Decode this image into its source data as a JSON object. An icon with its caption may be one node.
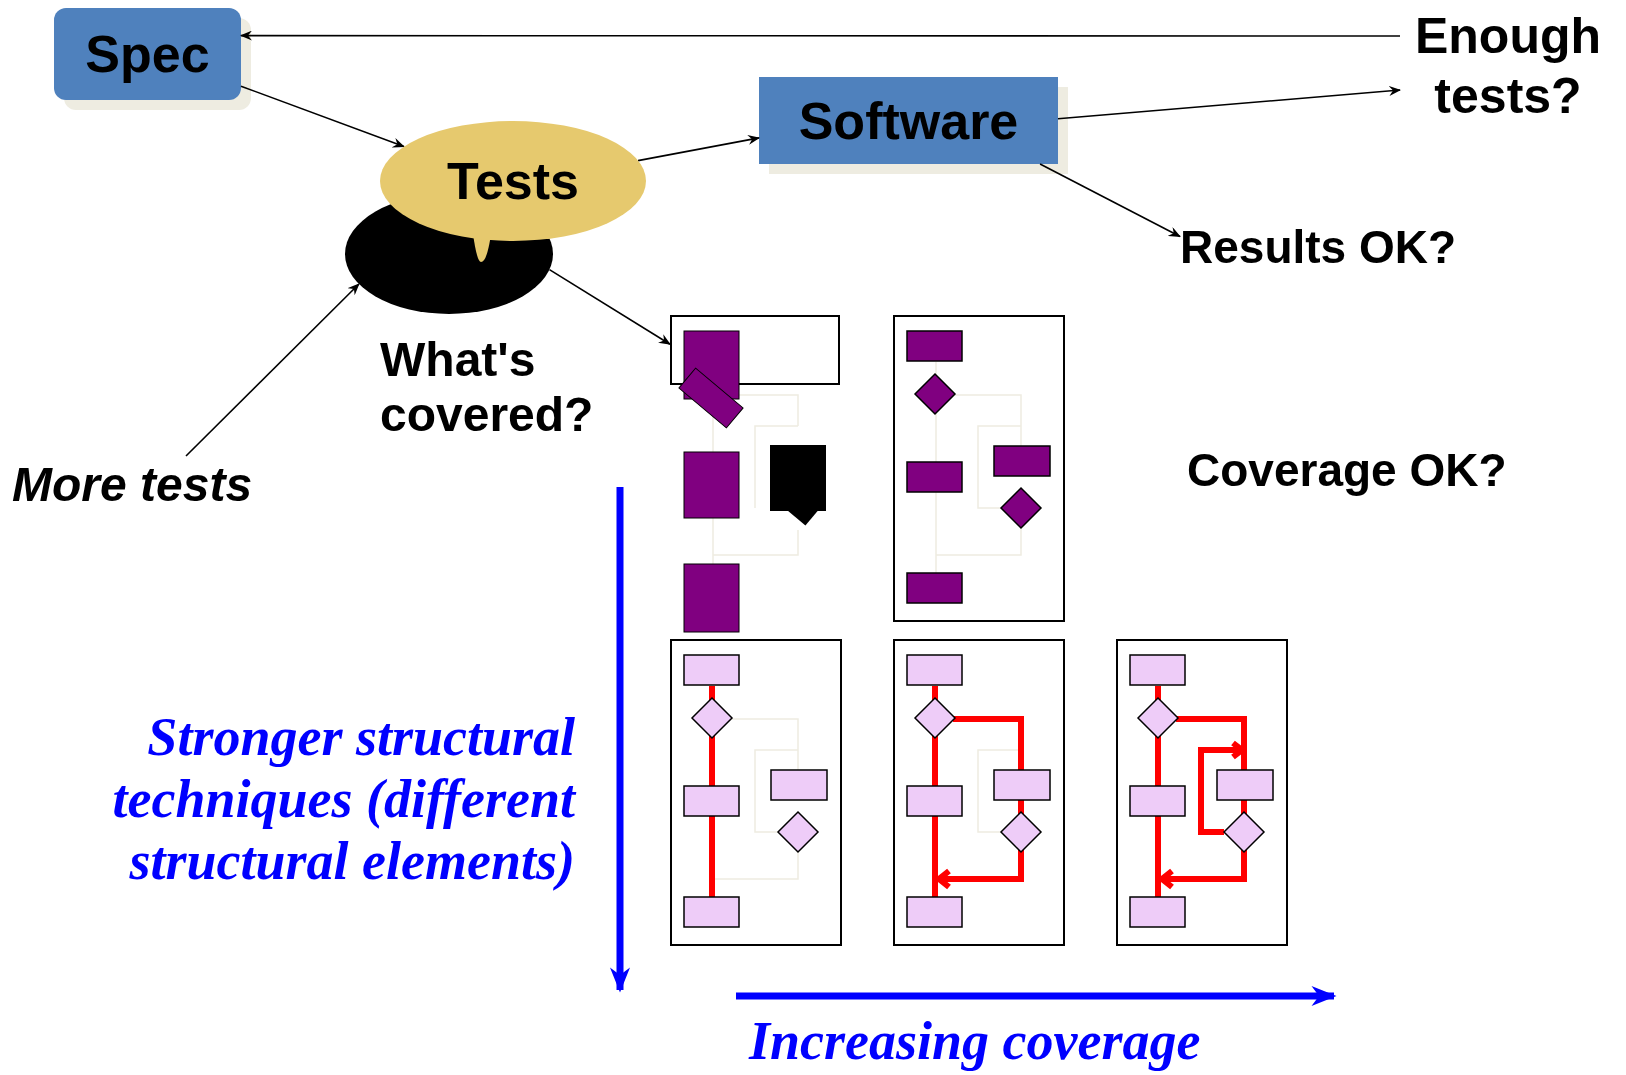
{
  "diagram": {
    "nodes": [
      {
        "text": [
          "Spec"
        ]
      },
      {
        "text": [
          "Tests"
        ]
      },
      {
        "text": [
          "Software"
        ]
      },
      {
        "text": [
          "Enough tests?"
        ]
      },
      {
        "text": [
          "Results OK?"
        ]
      },
      {
        "text": [],
        "shape": "ellipse"
      },
      {
        "text": [
          "More tests"
        ]
      },
      {
        "text": [],
        "shape": "picture"
      }
    ],
    "edges": [
      {
        "from": 3,
        "to": 0,
        "arrow": "to"
      },
      {
        "from": 0,
        "to": 1,
        "arrow": "to"
      },
      {
        "from": 1,
        "to": 2,
        "arrow": "to"
      },
      {
        "from": 2,
        "to": 3,
        "arrow": "to"
      },
      {
        "from": 2,
        "to": 4,
        "arrow": "to"
      },
      {
        "from": 5,
        "to": 7,
        "arrow": "to"
      },
      {
        "from": 6,
        "to": 5,
        "arrow": "to"
      }
    ],
    "labels": [
      "What's covered?",
      "Coverage OK?",
      "Stronger structural techniques (different structural elements)",
      "Increasing coverage"
    ]
  }
}
